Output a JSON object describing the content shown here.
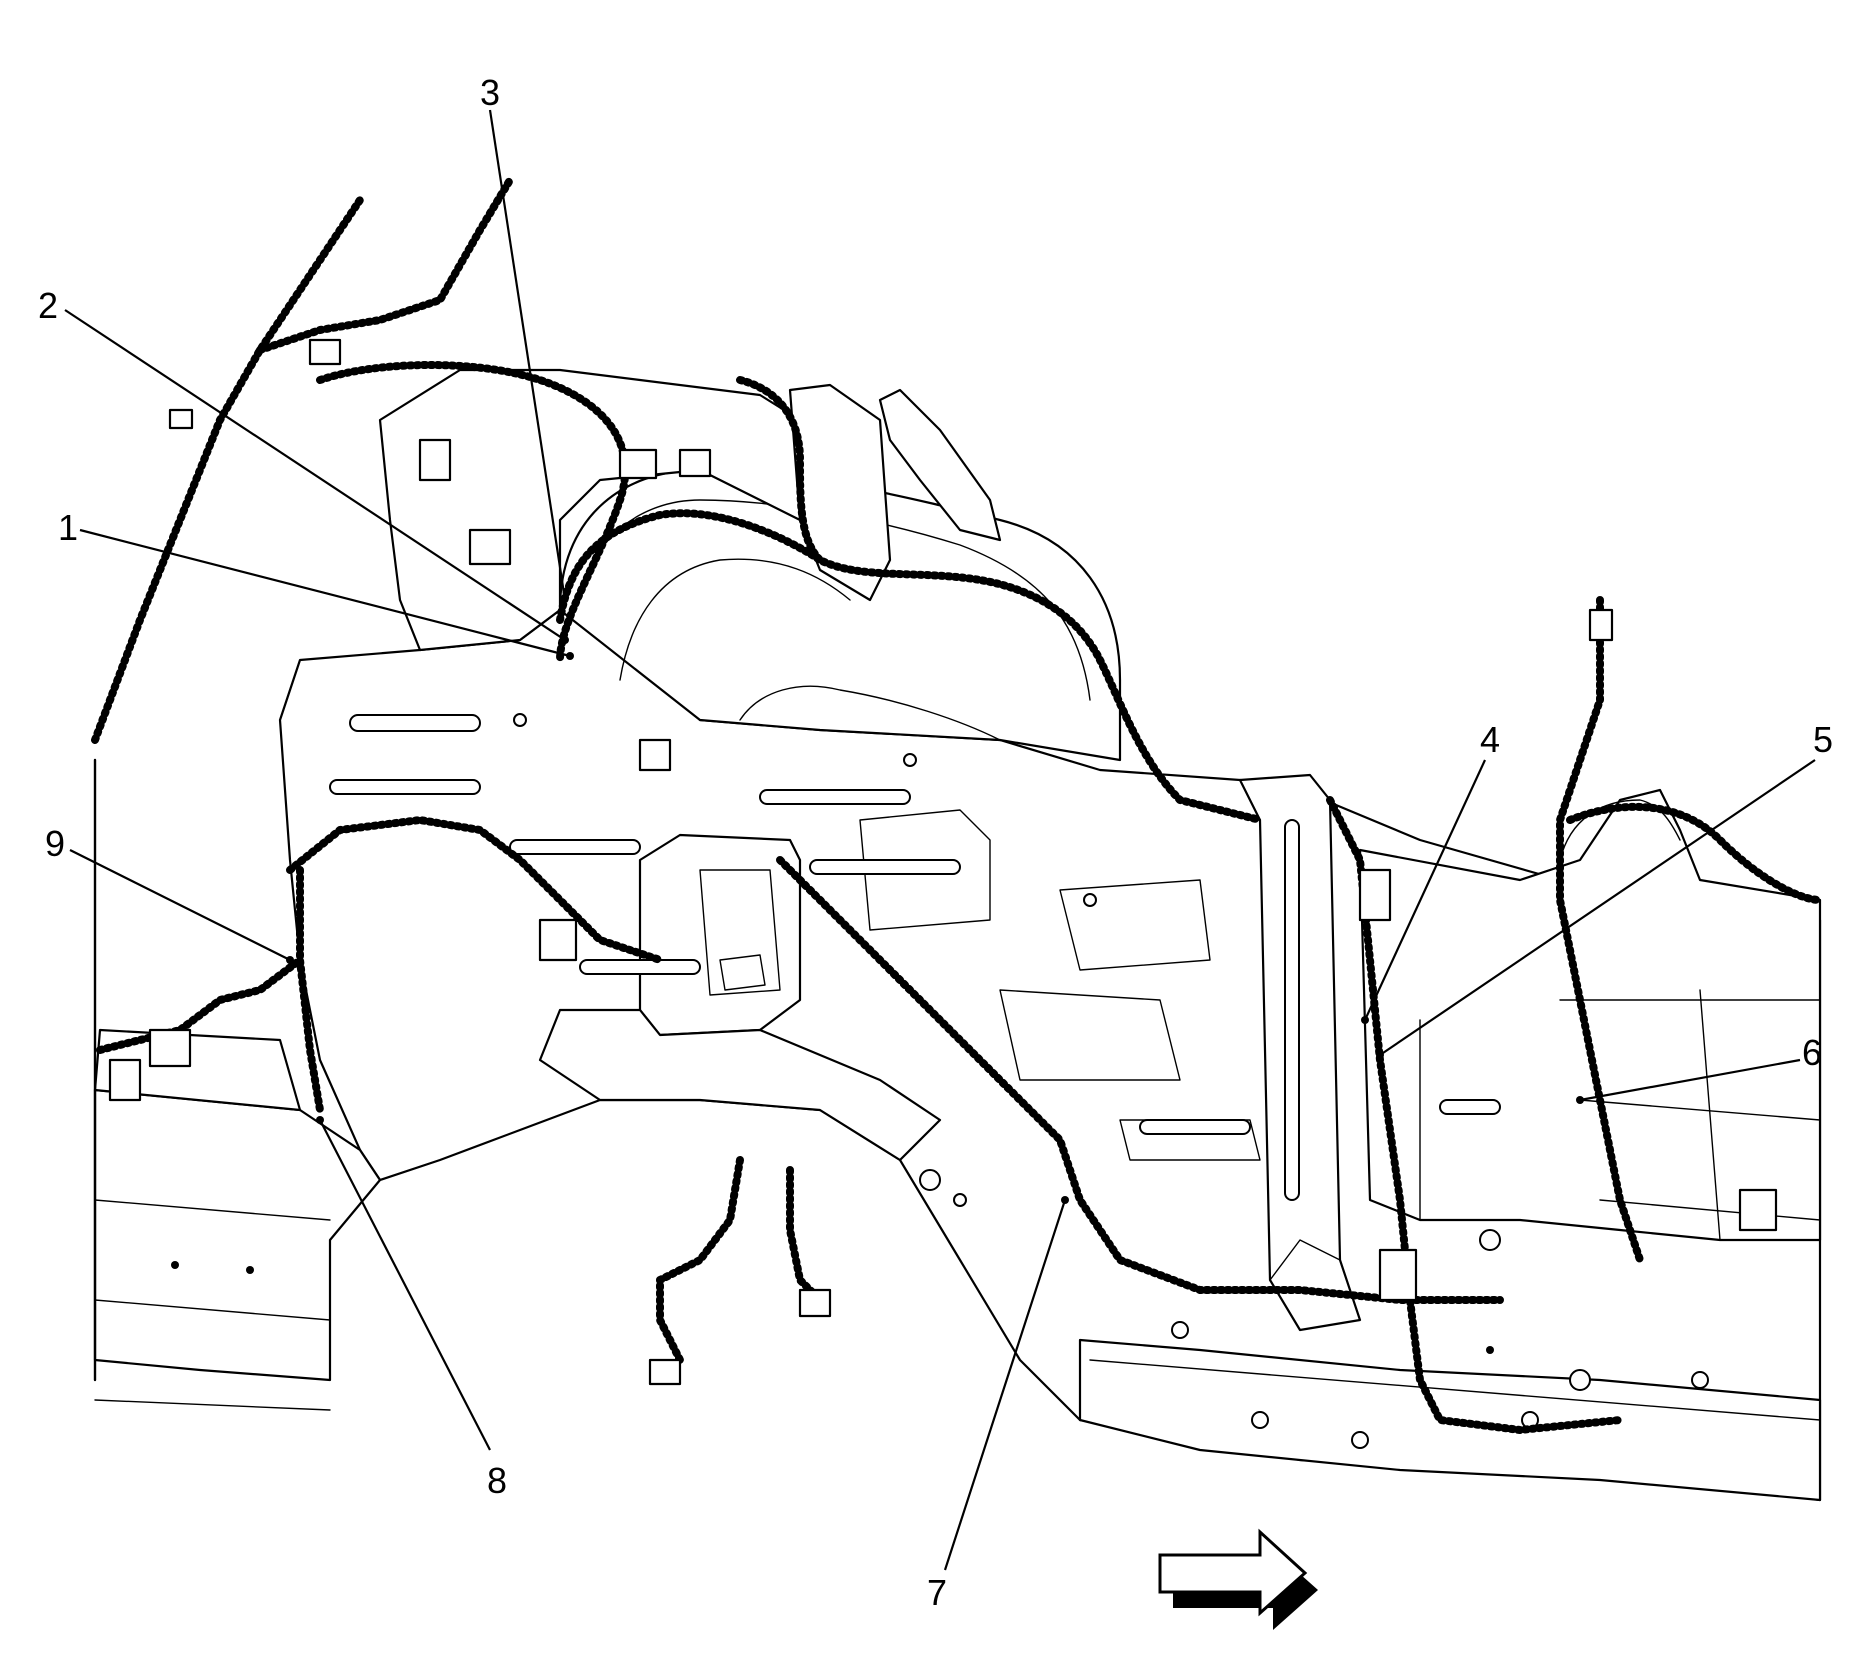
{
  "callouts": [
    {
      "id": "1",
      "label": "1"
    },
    {
      "id": "2",
      "label": "2"
    },
    {
      "id": "3",
      "label": "3"
    },
    {
      "id": "4",
      "label": "4"
    },
    {
      "id": "5",
      "label": "5"
    },
    {
      "id": "6",
      "label": "6"
    },
    {
      "id": "7",
      "label": "7"
    },
    {
      "id": "8",
      "label": "8"
    },
    {
      "id": "9",
      "label": "9"
    }
  ],
  "direction_arrow": {
    "icon": "arrow-right-icon"
  }
}
